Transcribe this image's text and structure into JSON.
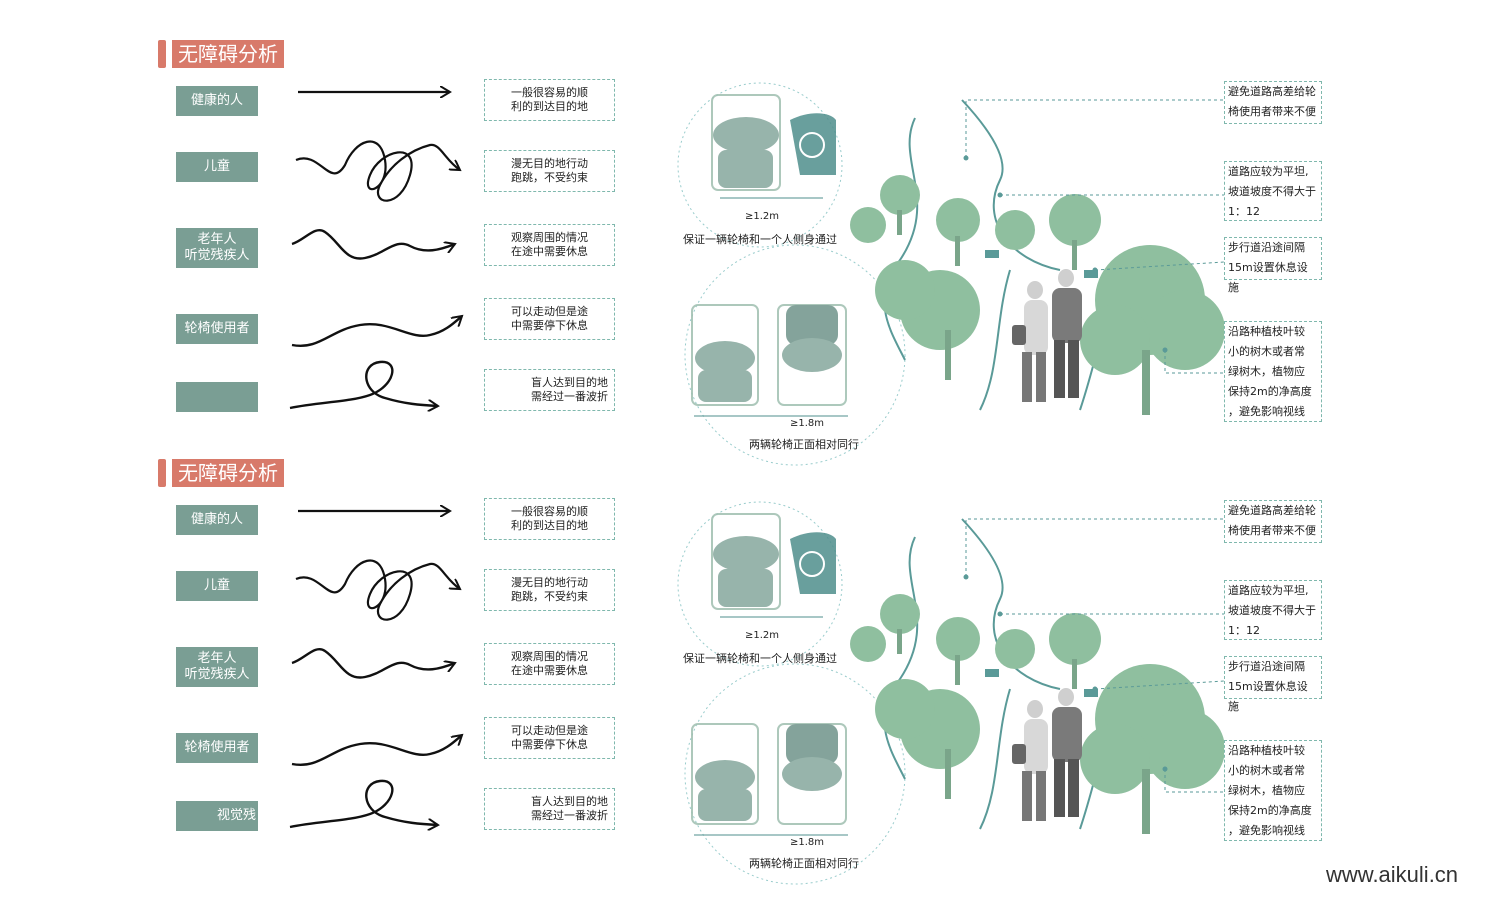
{
  "panels": [
    {
      "title": "无障碍分析",
      "rows": [
        {
          "category": "健康的人",
          "desc": "一般很容易的顺\n利的到达目的地"
        },
        {
          "category": "儿童",
          "desc": "漫无目的地行动\n跑跳，不受约束"
        },
        {
          "category": "老年人\n听觉残疾人",
          "desc": "观察周围的情况\n在途中需要休息"
        },
        {
          "category": "轮椅使用者",
          "desc": "可以走动但是途\n中需要停下休息"
        },
        {
          "category": "",
          "desc": "盲人达到目的地\n需经过一番波折"
        }
      ],
      "wheelchair": {
        "dim_top": "≥1.2m",
        "caption_top": "保证一辆轮椅和一个人侧身通过",
        "dim_bottom": "≥1.8m",
        "caption_bottom": "两辆轮椅正面相对同行"
      },
      "notes": [
        "避免道路高差给轮\n椅使用者带来不便",
        "道路应较为平坦,\n坡道坡度不得大于\n1：12",
        "步行道沿途间隔\n15m设置休息设施",
        "沿路种植枝叶较\n小的树木或者常\n绿树木，植物应\n保持2m的净高度\n，避免影响视线"
      ]
    },
    {
      "title": "无障碍分析",
      "rows": [
        {
          "category": "健康的人",
          "desc": "一般很容易的顺\n利的到达目的地"
        },
        {
          "category": "儿童",
          "desc": "漫无目的地行动\n跑跳，不受约束"
        },
        {
          "category": "老年人\n听觉残疾人",
          "desc": "观察周围的情况\n在途中需要休息"
        },
        {
          "category": "轮椅使用者",
          "desc": "可以走动但是途\n中需要停下休息"
        },
        {
          "category": "视觉残",
          "desc": "盲人达到目的地\n需经过一番波折"
        }
      ],
      "wheelchair": {
        "dim_top": "≥1.2m",
        "caption_top": "保证一辆轮椅和一个人侧身通过",
        "dim_bottom": "≥1.8m",
        "caption_bottom": "两辆轮椅正面相对同行"
      },
      "notes": [
        "避免道路高差给轮\n椅使用者带来不便",
        "道路应较为平坦,\n坡道坡度不得大于\n1：12",
        "步行道沿途间隔\n15m设置休息设施",
        "沿路种植枝叶较\n小的树木或者常\n绿树木，植物应\n保持2m的净高度\n，避免影响视线"
      ]
    }
  ],
  "watermark": "www.aikuli.cn",
  "colors": {
    "accent": "#d87a6a",
    "category": "#7a9e94",
    "tree": "#8fbf9f",
    "teal": "#5a9a98",
    "dash": "#7fb8ad"
  }
}
